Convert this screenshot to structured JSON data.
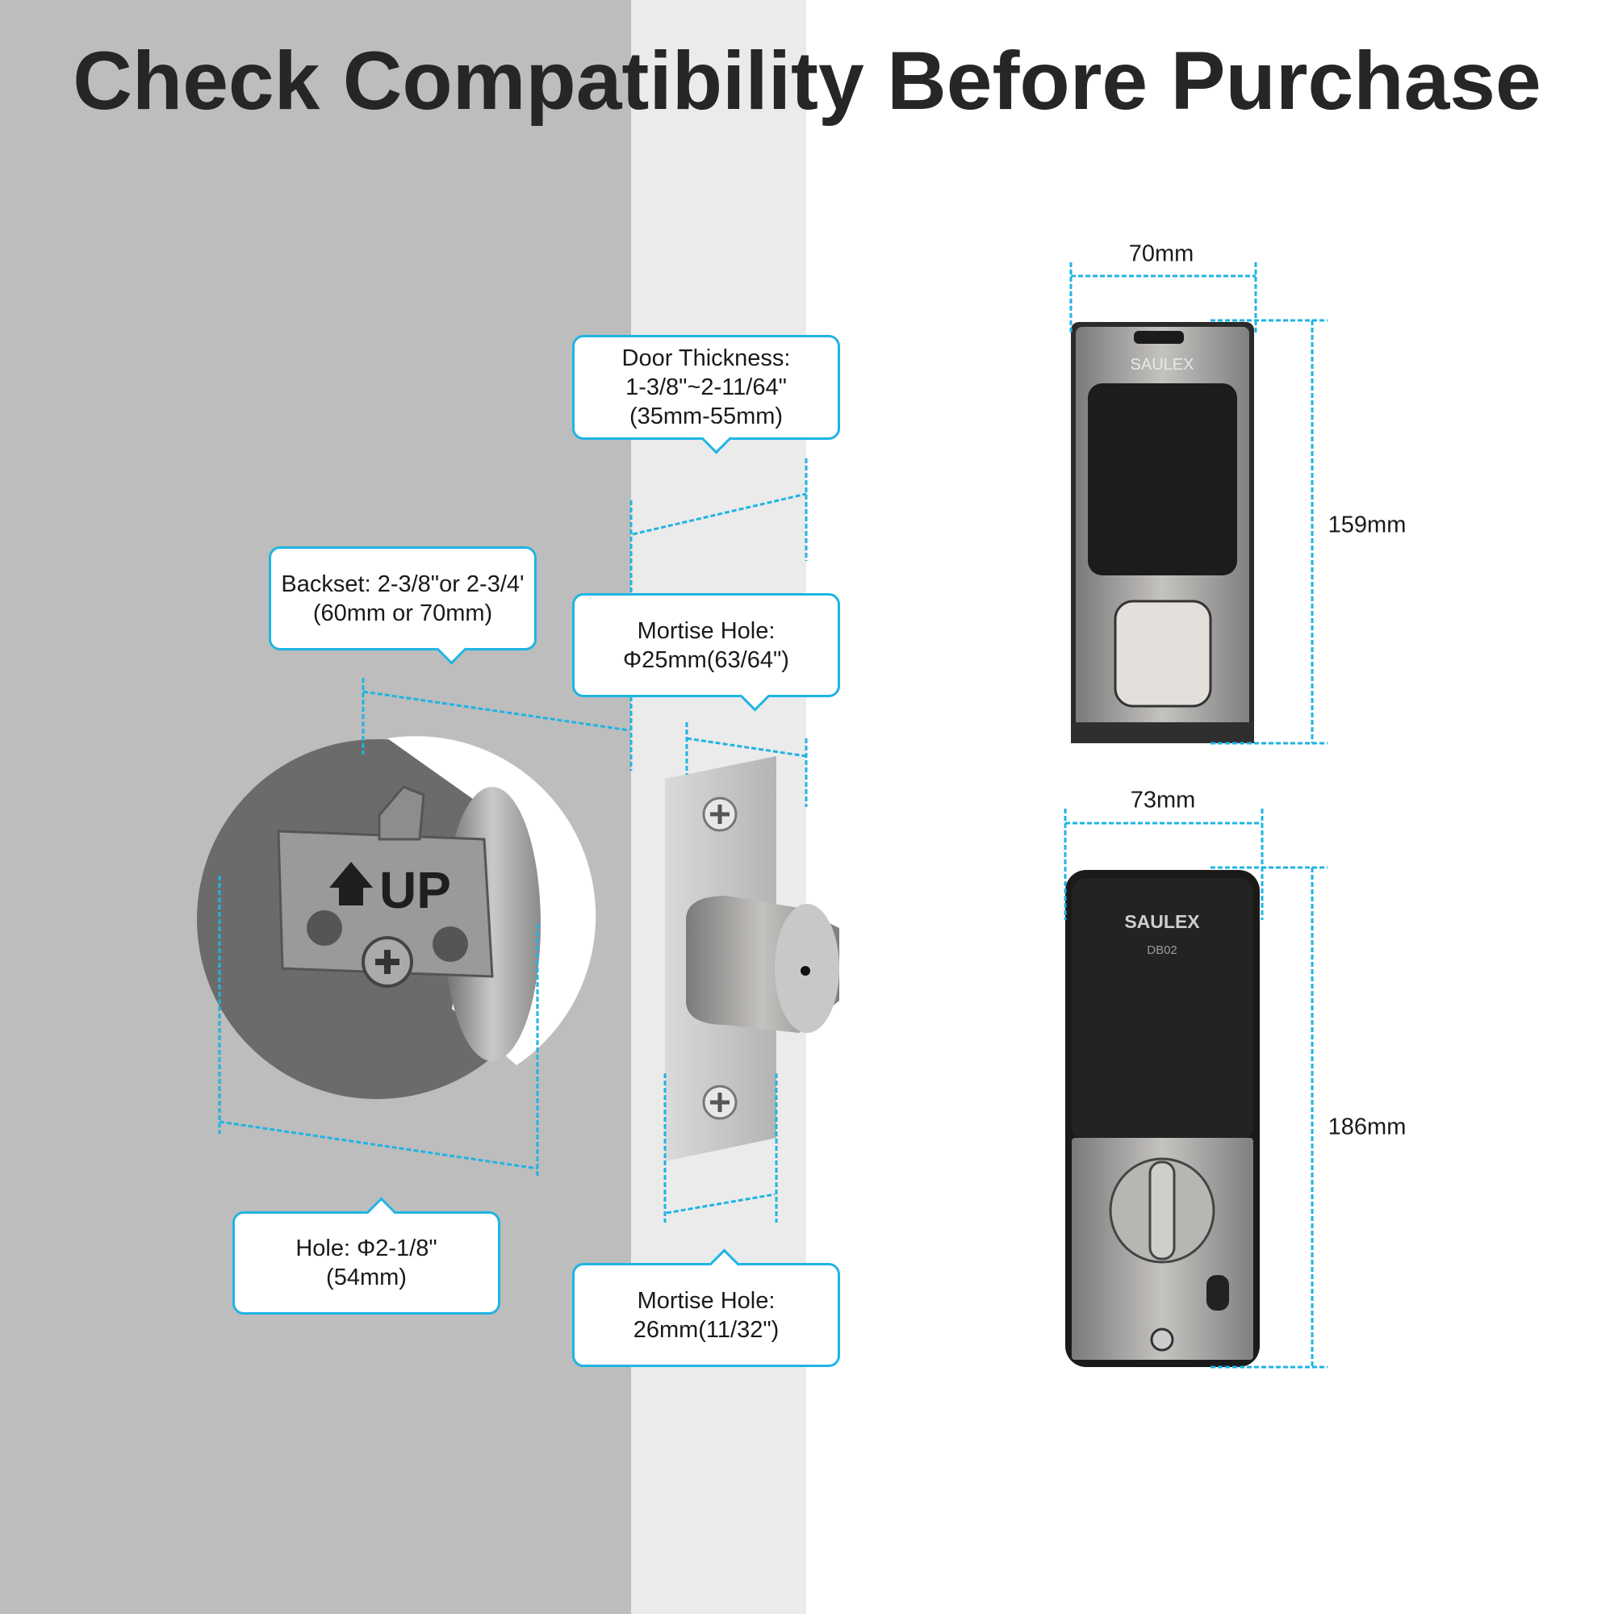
{
  "title": "Check Compatibility Before Purchase",
  "callouts": {
    "door_thickness": {
      "line1": "Door Thickness:",
      "line2": "1-3/8\"~2-11/64\"",
      "line3": "(35mm-55mm)"
    },
    "backset": {
      "line1": "Backset: 2-3/8\"or 2-3/4'",
      "line2": "(60mm or 70mm)"
    },
    "mortise_hole_1": {
      "line1": "Mortise Hole:",
      "line2": "Φ25mm(63/64\")"
    },
    "hole": {
      "line1": "Hole: Φ2-1/8\"",
      "line2": "(54mm)"
    },
    "mortise_hole_2": {
      "line1": "Mortise Hole:",
      "line2": "26mm(11/32\")"
    }
  },
  "dimensions": {
    "exterior_width": "70mm",
    "exterior_height": "159mm",
    "interior_width": "73mm",
    "interior_height": "186mm"
  },
  "product": {
    "brand": "SAULEX",
    "model": "DB02",
    "latch_label": "UP"
  },
  "colors": {
    "accent": "#1fb4e3",
    "wall": "#bdbdbd",
    "door_edge": "#ebebeb"
  }
}
